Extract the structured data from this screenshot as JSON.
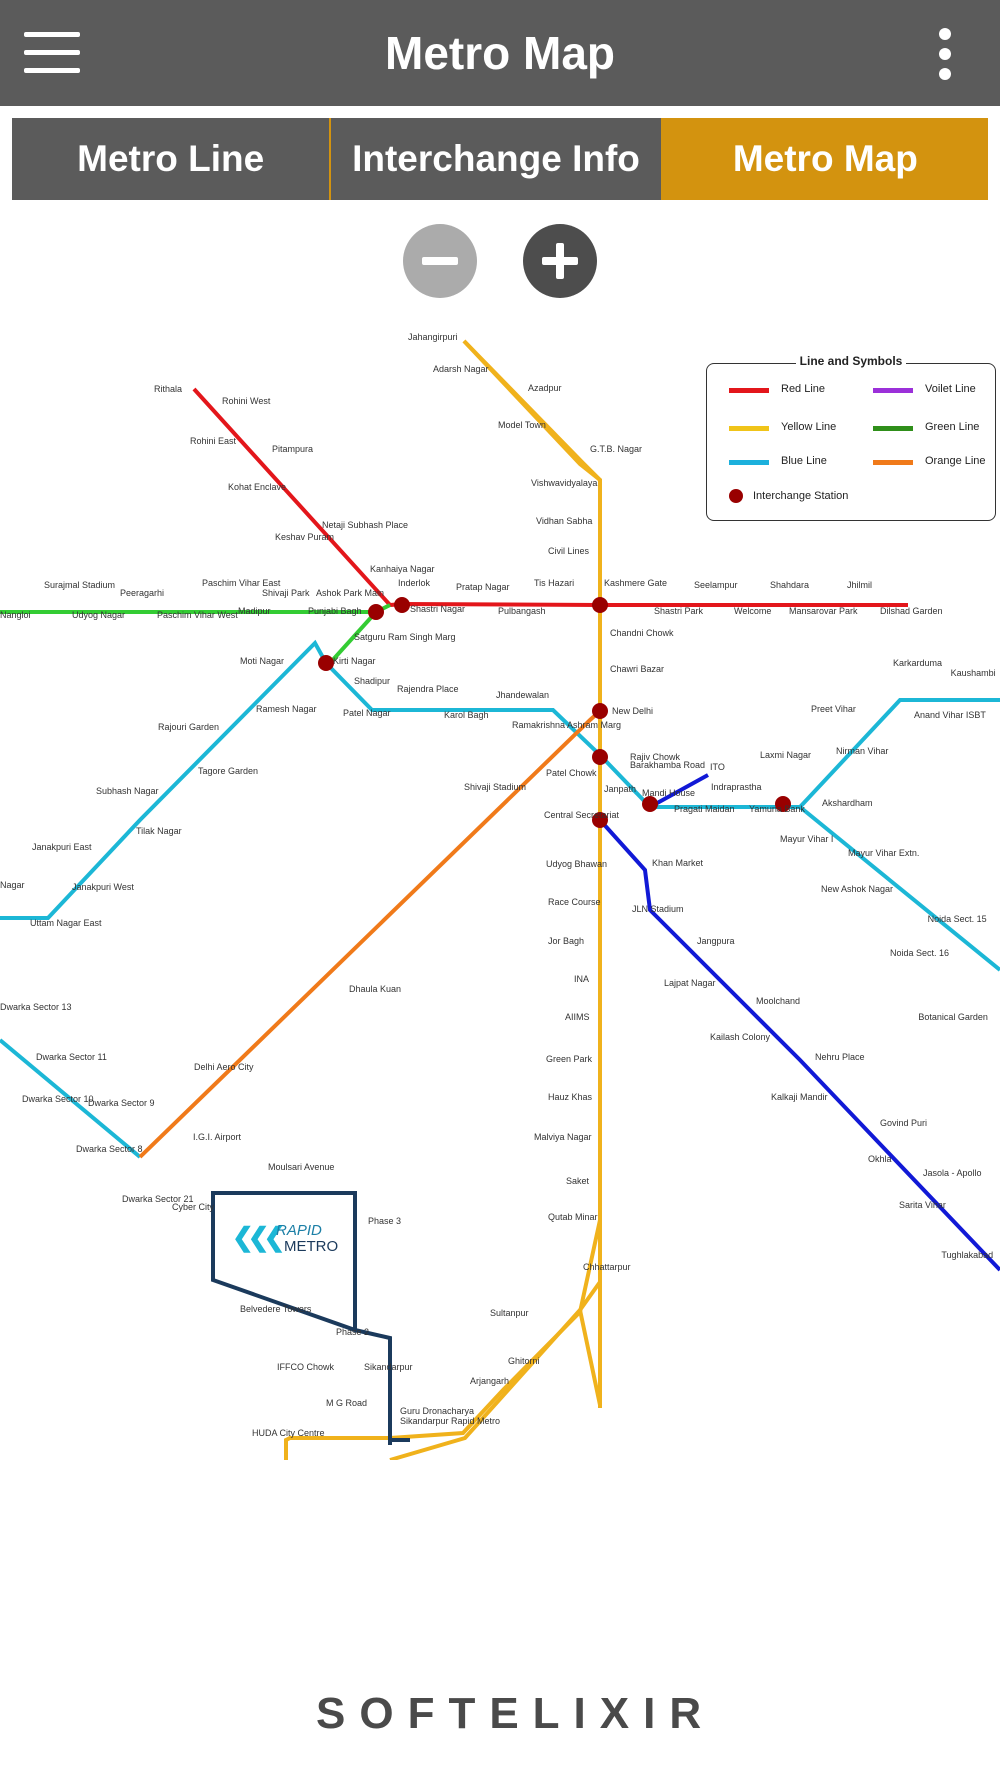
{
  "app": {
    "title": "Metro Map"
  },
  "tabs": [
    {
      "label": "Metro Line"
    },
    {
      "label": "Interchange Info"
    },
    {
      "label": "Metro Map"
    }
  ],
  "colors": {
    "appbar": "#5b5b5b",
    "tab_active": "#d3930f",
    "red": "#e3161b",
    "yellow": "#f0b21c",
    "blue": "#1cb7d6",
    "green": "#33cc33",
    "orange": "#f07a1a",
    "violet": "#9b30d9",
    "darkblue": "#1119d6",
    "interchange": "#990000"
  },
  "legend": {
    "title": "Line and Symbols",
    "items": [
      {
        "label": "Red Line",
        "color": "#e3161b"
      },
      {
        "label": "Voilet Line",
        "color": "#9b30d9"
      },
      {
        "label": "Yellow Line",
        "color": "#f0c419"
      },
      {
        "label": "Green Line",
        "color": "#2f8f1a"
      },
      {
        "label": "Blue Line",
        "color": "#1cb0dc"
      },
      {
        "label": "Orange Line",
        "color": "#f07a1a"
      },
      {
        "label": "Interchange Station",
        "color": "#990000"
      }
    ]
  },
  "map": {
    "rapid_metro": {
      "logo_line1": "RAPID",
      "logo_line2": "METRO"
    },
    "stations": [
      "Jahangirpuri",
      "Adarsh Nagar",
      "Azadpur",
      "Model Town",
      "G.T.B. Nagar",
      "Vishwavidyalaya",
      "Vidhan Sabha",
      "Civil Lines",
      "Kashmere Gate",
      "Chandni Chowk",
      "Chawri Bazar",
      "New Delhi",
      "Rajiv Chowk",
      "Patel Chowk",
      "Central Secretariat",
      "Udyog Bhawan",
      "Race Course",
      "Jor Bagh",
      "INA",
      "AIIMS",
      "Green Park",
      "Hauz Khas",
      "Malviya Nagar",
      "Saket",
      "Qutab Minar",
      "Chhattarpur",
      "Sultanpur",
      "Ghitorni",
      "Arjangarh",
      "Guru Dronacharya",
      "Sikandarpur",
      "M G Road",
      "IFFCO Chowk",
      "HUDA City Centre",
      "Rithala",
      "Rohini West",
      "Rohini East",
      "Pitampura",
      "Kohat Enclave",
      "Netaji Subhash Place",
      "Keshav Puram",
      "Kanhaiya Nagar",
      "Inderlok",
      "Shastri Nagar",
      "Pratap Nagar",
      "Pulbangash",
      "Tis Hazari",
      "Shastri Park",
      "Seelampur",
      "Welcome",
      "Shahdara",
      "Mansarovar Park",
      "Jhilmil",
      "Dilshad Garden",
      "Nangloi",
      "Surajmal Stadium",
      "Udyog Nagar",
      "Peeragarhi",
      "Paschim Vihar West",
      "Paschim Vihar East",
      "Madipur",
      "Shivaji Park",
      "Punjabi Bagh",
      "Ashok Park Main",
      "Satguru Ram Singh Marg",
      "Kirti Nagar",
      "Shadipur",
      "Patel Nagar",
      "Rajendra Place",
      "Karol Bagh",
      "Jhandewalan",
      "Ramakrishna Ashram Marg",
      "Barakhamba Road",
      "Mandi House",
      "Pragati Maidan",
      "Indraprastha",
      "Yamuna Bank",
      "Laxmi Nagar",
      "Nirman Vihar",
      "Preet Vihar",
      "Karkarduma",
      "Anand Vihar ISBT",
      "Kaushambi",
      "Akshardham",
      "Mayur Vihar I",
      "Mayur Vihar Extn.",
      "New Ashok Nagar",
      "Noida Sect. 15",
      "Noida Sect. 16",
      "Botanical Garden",
      "Moti Nagar",
      "Ramesh Nagar",
      "Rajouri Garden",
      "Tagore Garden",
      "Subhash Nagar",
      "Tilak Nagar",
      "Janakpuri East",
      "Janakpuri West",
      "Uttam Nagar East",
      "Nagar",
      "Dwarka Sector 13",
      "Dwarka Sector 11",
      "Dwarka Sector 10",
      "Dwarka Sector 9",
      "Dwarka Sector 8",
      "Dwarka Sector 21",
      "Shivaji Stadium",
      "Dhaula Kuan",
      "Delhi Aero City",
      "I.G.I. Airport",
      "ITO",
      "Janpath",
      "Khan Market",
      "JLN Stadium",
      "Jangpura",
      "Lajpat Nagar",
      "Moolchand",
      "Kailash Colony",
      "Nehru Place",
      "Kalkaji Mandir",
      "Govind Puri",
      "Okhla",
      "Jasola - Apollo",
      "Sarita Vihar",
      "Tughlakabad",
      "Moulsari Avenue",
      "Cyber City",
      "Phase 3",
      "Belvedere Towers",
      "Phase 2",
      "Sikandarpur Rapid Metro"
    ]
  },
  "footer": {
    "brand": "SOFTELIXIR"
  }
}
